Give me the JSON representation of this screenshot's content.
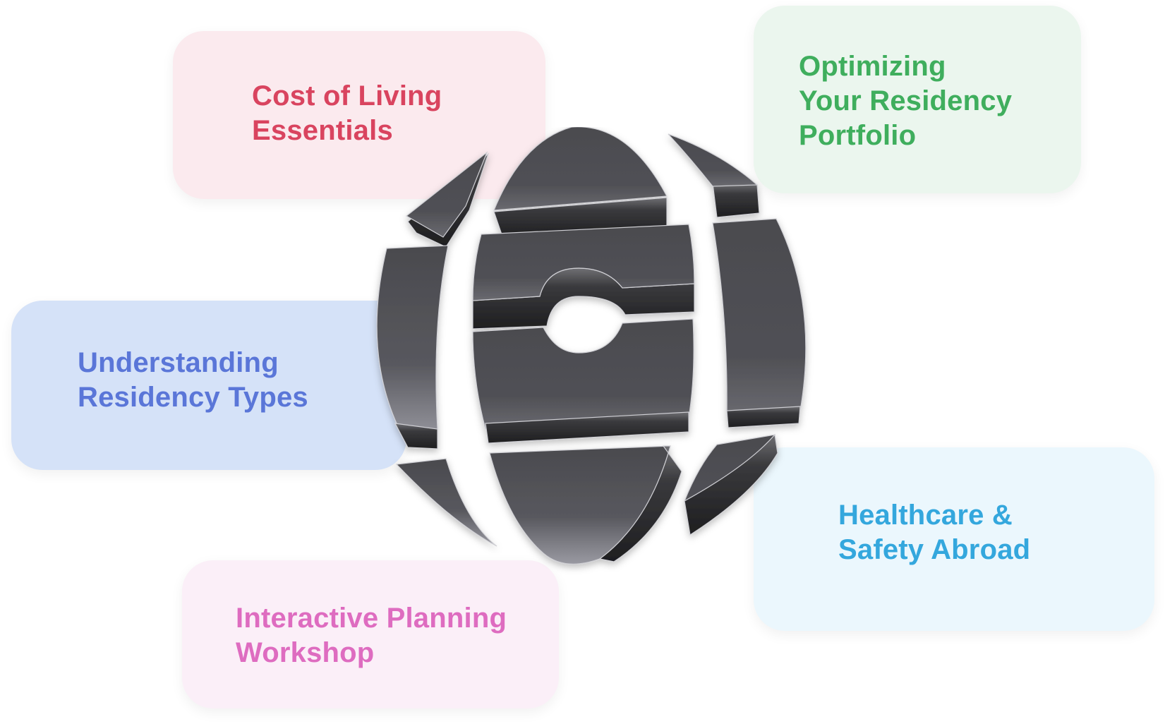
{
  "diagram": {
    "center_icon": "globe-icon",
    "colors": {
      "globe_face": "#4a4a4d",
      "globe_edge": "#2a2a2c",
      "globe_highlight": "#8a8a90"
    },
    "cards": [
      {
        "id": "cost",
        "label": "Cost of Living\nEssentials",
        "text_color": "#d9445f",
        "bg_color": "#fbeaee"
      },
      {
        "id": "optimizing",
        "label": "Optimizing\nYour Residency\nPortfolio",
        "text_color": "#3fae5d",
        "bg_color": "#ebf6ee"
      },
      {
        "id": "understanding",
        "label": "Understanding\nResidency Types",
        "text_color": "#5a76d8",
        "bg_color": "#d5e2f8"
      },
      {
        "id": "healthcare",
        "label": "Healthcare &\nSafety Abroad",
        "text_color": "#34a7dd",
        "bg_color": "#ebf7fd"
      },
      {
        "id": "workshop",
        "label": "Interactive Planning\nWorkshop",
        "text_color": "#de6cc0",
        "bg_color": "#fbeff8"
      }
    ]
  }
}
